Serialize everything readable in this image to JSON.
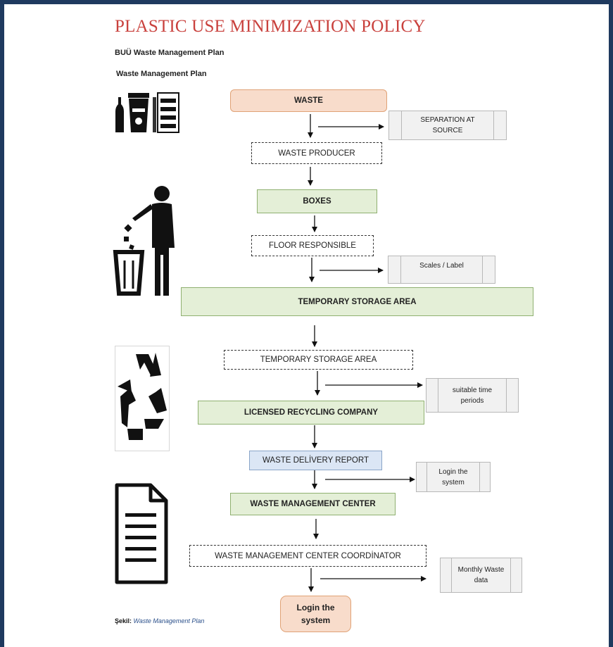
{
  "title": "PLASTIC USE MINIMIZATION POLICY",
  "subtitle1": "BUÜ Waste Management Plan",
  "subtitle2": "Waste Management Plan",
  "nodes": {
    "waste": "WASTE",
    "separation": "SEPARATION AT SOURCE",
    "waste_producer": "WASTE PRODUCER",
    "boxes": "BOXES",
    "floor_responsible": "FLOOR RESPONSIBLE",
    "scales_label": "Scales / Label",
    "temp_storage_bold": "TEMPORARY STORAGE AREA",
    "temp_storage": "TEMPORARY STORAGE AREA",
    "suitable_time": "suitable time periods",
    "licensed_recycling": "LICENSED RECYCLING COMPANY",
    "delivery_report": "WASTE DELİVERY REPORT",
    "login_system_small": "Login the system",
    "wmc": "WASTE MANAGEMENT CENTER",
    "wmc_coordinator": "WASTE MANAGEMENT CENTER COORDİNATOR",
    "monthly_data": "Monthly Waste data",
    "login_system_final": "Login the system"
  },
  "caption": {
    "label": "Şekil:",
    "text": "Waste Management Plan"
  },
  "icons": [
    "waste-bins-icon",
    "person-trash-icon",
    "recycle-icon",
    "document-icon"
  ],
  "colors": {
    "title": "#c9413d",
    "frame": "#1f3a5f",
    "orange_fill": "#f8dccb",
    "green_fill": "#e4efd7",
    "blue_fill": "#dbe6f5",
    "grey_fill": "#f1f1f1"
  }
}
